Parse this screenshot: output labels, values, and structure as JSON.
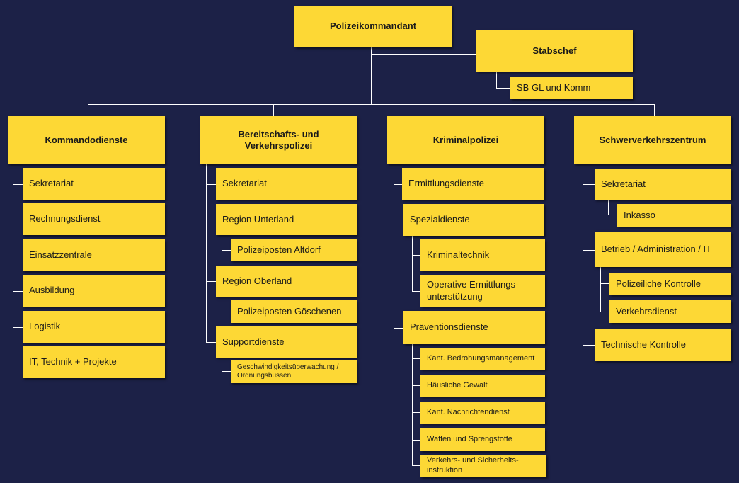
{
  "org": {
    "top": "Polizeikommandant",
    "staff": "Stabschef",
    "staff_unit": "SB GL und Komm",
    "departments": [
      {
        "name": "Kommandodienste",
        "units": [
          "Sekretariat",
          "Rechnungsdienst",
          "Einsatzzentrale",
          "Ausbildung",
          "Logistik",
          "IT, Technik + Projekte"
        ]
      },
      {
        "name": "Bereitschafts- und\nVerkehrspolizei",
        "units": [
          {
            "name": "Sekretariat"
          },
          {
            "name": "Region Unterland",
            "sub": [
              "Polizeiposten Altdorf"
            ]
          },
          {
            "name": "Region Oberland",
            "sub": [
              "Polizeiposten Göschenen"
            ]
          },
          {
            "name": "Supportdienste",
            "sub": [
              "Geschwindigkeitsüberwachung /\nOrdnungsbussen"
            ]
          }
        ]
      },
      {
        "name": "Kriminalpolizei",
        "units": [
          {
            "name": "Ermittlungsdienste"
          },
          {
            "name": "Spezialdienste",
            "sub": [
              "Kriminaltechnik",
              "Operative Ermittlungs-\nunterstützung"
            ]
          },
          {
            "name": "Präventionsdienste",
            "sub": [
              "Kant. Bedrohungsmanagement",
              "Häusliche Gewalt",
              "Kant. Nachrichtendienst",
              "Waffen und Sprengstoffe",
              "Verkehrs- und Sicherheits-\ninstruktion"
            ]
          }
        ]
      },
      {
        "name": "Schwerverkehrszentrum",
        "units": [
          {
            "name": "Sekretariat",
            "sub": [
              "Inkasso"
            ]
          },
          {
            "name": "Betrieb / Administration / IT",
            "sub": [
              "Polizeiliche Kontrolle",
              "Verkehrsdienst"
            ]
          },
          {
            "name": "Technische Kontrolle"
          }
        ]
      }
    ]
  }
}
